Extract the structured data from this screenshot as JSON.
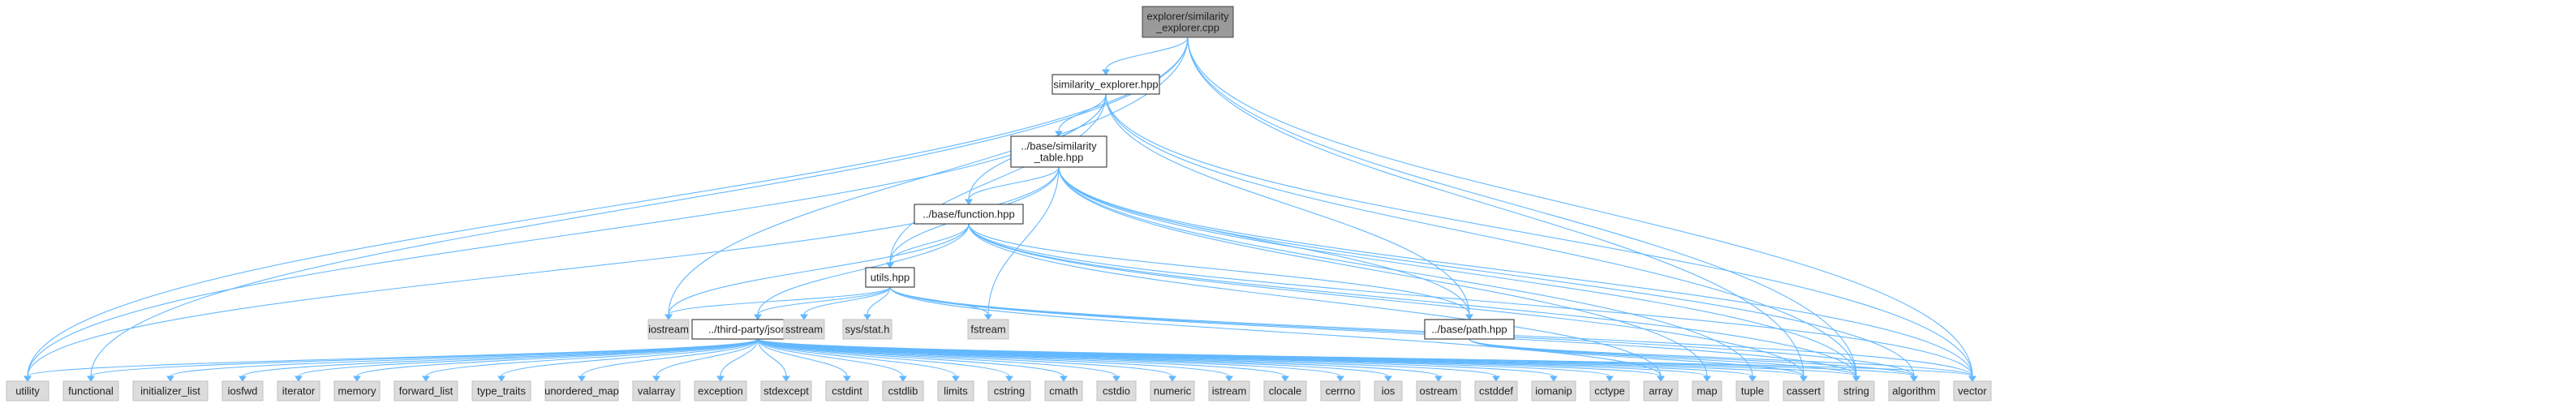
{
  "graph": {
    "colors": {
      "edge": "#63b8ff",
      "root_fill": "#9a9a9a",
      "local_fill": "#ffffff",
      "system_fill": "#dcdcdc"
    },
    "nodes": {
      "explorer": {
        "lines": [
          "explorer/similarity",
          "_explorer.cpp"
        ],
        "kind": "src"
      },
      "simexp": {
        "lines": [
          "similarity_explorer.hpp"
        ],
        "kind": "local"
      },
      "simtable": {
        "lines": [
          "../base/similarity",
          "_table.hpp"
        ],
        "kind": "local"
      },
      "function": {
        "lines": [
          "../base/function.hpp"
        ],
        "kind": "local"
      },
      "utils": {
        "lines": [
          "utils.hpp"
        ],
        "kind": "local"
      },
      "path": {
        "lines": [
          "../base/path.hpp"
        ],
        "kind": "local"
      },
      "json": {
        "lines": [
          "../third-party/json.hpp"
        ],
        "kind": "local"
      },
      "iostream": {
        "lines": [
          "iostream"
        ],
        "kind": "system"
      },
      "sstream": {
        "lines": [
          "sstream"
        ],
        "kind": "system"
      },
      "sysstat": {
        "lines": [
          "sys/stat.h"
        ],
        "kind": "system"
      },
      "fstream": {
        "lines": [
          "fstream"
        ],
        "kind": "system"
      },
      "utility": {
        "lines": [
          "utility"
        ],
        "kind": "system"
      },
      "functional": {
        "lines": [
          "functional"
        ],
        "kind": "system"
      },
      "initializer_list": {
        "lines": [
          "initializer_list"
        ],
        "kind": "system"
      },
      "iosfwd": {
        "lines": [
          "iosfwd"
        ],
        "kind": "system"
      },
      "iterator": {
        "lines": [
          "iterator"
        ],
        "kind": "system"
      },
      "memory": {
        "lines": [
          "memory"
        ],
        "kind": "system"
      },
      "forward_list": {
        "lines": [
          "forward_list"
        ],
        "kind": "system"
      },
      "type_traits": {
        "lines": [
          "type_traits"
        ],
        "kind": "system"
      },
      "unordered_map": {
        "lines": [
          "unordered_map"
        ],
        "kind": "system"
      },
      "valarray": {
        "lines": [
          "valarray"
        ],
        "kind": "system"
      },
      "exception": {
        "lines": [
          "exception"
        ],
        "kind": "system"
      },
      "stdexcept": {
        "lines": [
          "stdexcept"
        ],
        "kind": "system"
      },
      "cstdint": {
        "lines": [
          "cstdint"
        ],
        "kind": "system"
      },
      "cstdlib": {
        "lines": [
          "cstdlib"
        ],
        "kind": "system"
      },
      "limits": {
        "lines": [
          "limits"
        ],
        "kind": "system"
      },
      "cstring": {
        "lines": [
          "cstring"
        ],
        "kind": "system"
      },
      "cmath": {
        "lines": [
          "cmath"
        ],
        "kind": "system"
      },
      "cstdio": {
        "lines": [
          "cstdio"
        ],
        "kind": "system"
      },
      "numeric": {
        "lines": [
          "numeric"
        ],
        "kind": "system"
      },
      "istream": {
        "lines": [
          "istream"
        ],
        "kind": "system"
      },
      "clocale": {
        "lines": [
          "clocale"
        ],
        "kind": "system"
      },
      "cerrno": {
        "lines": [
          "cerrno"
        ],
        "kind": "system"
      },
      "ios": {
        "lines": [
          "ios"
        ],
        "kind": "system"
      },
      "ostream": {
        "lines": [
          "ostream"
        ],
        "kind": "system"
      },
      "cstddef": {
        "lines": [
          "cstddef"
        ],
        "kind": "system"
      },
      "iomanip": {
        "lines": [
          "iomanip"
        ],
        "kind": "system"
      },
      "cctype": {
        "lines": [
          "cctype"
        ],
        "kind": "system"
      },
      "array": {
        "lines": [
          "array"
        ],
        "kind": "system"
      },
      "map": {
        "lines": [
          "map"
        ],
        "kind": "system"
      },
      "tuple": {
        "lines": [
          "tuple"
        ],
        "kind": "system"
      },
      "cassert": {
        "lines": [
          "cassert"
        ],
        "kind": "system"
      },
      "string": {
        "lines": [
          "string"
        ],
        "kind": "system"
      },
      "algorithm": {
        "lines": [
          "algorithm"
        ],
        "kind": "system"
      },
      "vector": {
        "lines": [
          "vector"
        ],
        "kind": "system"
      }
    },
    "edges": [
      [
        "explorer",
        "simexp"
      ],
      [
        "explorer",
        "iostream"
      ],
      [
        "explorer",
        "utility"
      ],
      [
        "explorer",
        "functional"
      ],
      [
        "explorer",
        "string"
      ],
      [
        "explorer",
        "vector"
      ],
      [
        "explorer",
        "cassert"
      ],
      [
        "simexp",
        "simtable"
      ],
      [
        "simexp",
        "function"
      ],
      [
        "simexp",
        "utils"
      ],
      [
        "simexp",
        "path"
      ],
      [
        "simexp",
        "utility"
      ],
      [
        "simexp",
        "string"
      ],
      [
        "simexp",
        "vector"
      ],
      [
        "simtable",
        "function"
      ],
      [
        "simtable",
        "utils"
      ],
      [
        "simtable",
        "path"
      ],
      [
        "simtable",
        "utility"
      ],
      [
        "simtable",
        "fstream"
      ],
      [
        "simtable",
        "map"
      ],
      [
        "simtable",
        "tuple"
      ],
      [
        "simtable",
        "string"
      ],
      [
        "simtable",
        "algorithm"
      ],
      [
        "simtable",
        "vector"
      ],
      [
        "function",
        "utils"
      ],
      [
        "function",
        "path"
      ],
      [
        "function",
        "json"
      ],
      [
        "function",
        "iostream"
      ],
      [
        "function",
        "array"
      ],
      [
        "function",
        "string"
      ],
      [
        "function",
        "vector"
      ],
      [
        "function",
        "cassert"
      ],
      [
        "utils",
        "json"
      ],
      [
        "utils",
        "iostream"
      ],
      [
        "utils",
        "sstream"
      ],
      [
        "utils",
        "sysstat"
      ],
      [
        "utils",
        "fstream"
      ],
      [
        "utils",
        "string"
      ],
      [
        "utils",
        "algorithm"
      ],
      [
        "utils",
        "array"
      ],
      [
        "utils",
        "vector"
      ],
      [
        "path",
        "cassert"
      ],
      [
        "path",
        "string"
      ],
      [
        "path",
        "algorithm"
      ],
      [
        "path",
        "vector"
      ],
      [
        "json",
        "utility"
      ],
      [
        "json",
        "functional"
      ],
      [
        "json",
        "initializer_list"
      ],
      [
        "json",
        "iosfwd"
      ],
      [
        "json",
        "iterator"
      ],
      [
        "json",
        "memory"
      ],
      [
        "json",
        "forward_list"
      ],
      [
        "json",
        "type_traits"
      ],
      [
        "json",
        "unordered_map"
      ],
      [
        "json",
        "valarray"
      ],
      [
        "json",
        "exception"
      ],
      [
        "json",
        "stdexcept"
      ],
      [
        "json",
        "cstdint"
      ],
      [
        "json",
        "cstdlib"
      ],
      [
        "json",
        "limits"
      ],
      [
        "json",
        "cstring"
      ],
      [
        "json",
        "cmath"
      ],
      [
        "json",
        "cstdio"
      ],
      [
        "json",
        "numeric"
      ],
      [
        "json",
        "istream"
      ],
      [
        "json",
        "clocale"
      ],
      [
        "json",
        "cerrno"
      ],
      [
        "json",
        "ios"
      ],
      [
        "json",
        "ostream"
      ],
      [
        "json",
        "cstddef"
      ],
      [
        "json",
        "iomanip"
      ],
      [
        "json",
        "cctype"
      ],
      [
        "json",
        "array"
      ],
      [
        "json",
        "map"
      ],
      [
        "json",
        "tuple"
      ],
      [
        "json",
        "cassert"
      ],
      [
        "json",
        "string"
      ],
      [
        "json",
        "algorithm"
      ],
      [
        "json",
        "vector"
      ]
    ]
  }
}
